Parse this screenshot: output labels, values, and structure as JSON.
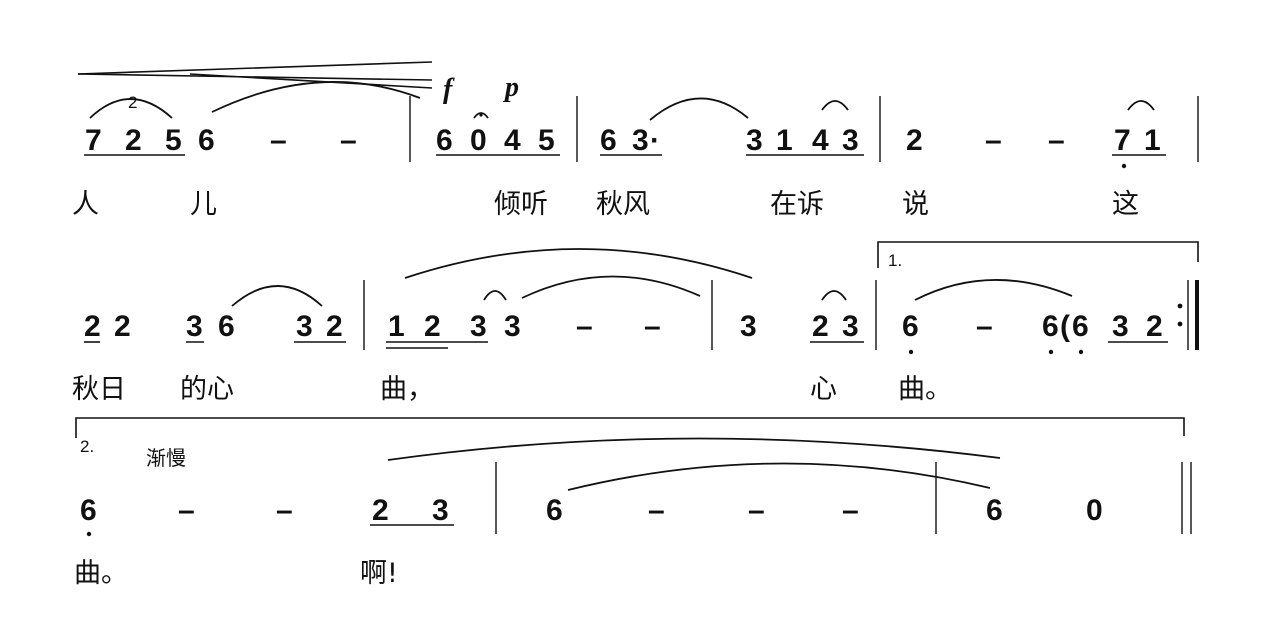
{
  "dynamics": [
    "f",
    "p"
  ],
  "ending_labels": [
    "1.",
    "2."
  ],
  "tempo_marking": "渐慢",
  "rows": [
    {
      "notes": [
        "7",
        "2",
        "5",
        "6",
        "–",
        "–",
        "6",
        "0",
        "4",
        "5",
        "6",
        "3",
        "·",
        "3",
        "1",
        "4",
        "3",
        "2",
        "–",
        "–",
        "7",
        "1"
      ],
      "lyrics": [
        "人",
        "儿",
        "倾听",
        "秋风",
        "在诉",
        "说",
        "这"
      ]
    },
    {
      "notes": [
        "2",
        "2",
        "3",
        "6",
        "3",
        "2",
        "1",
        "2",
        "3",
        "3",
        "–",
        "–",
        "3",
        "2",
        "3",
        "6",
        "–",
        "6",
        "(",
        "6",
        "3",
        "2"
      ],
      "lyrics": [
        "秋日",
        "的心",
        "曲，",
        "心",
        "曲。"
      ]
    },
    {
      "notes": [
        "6",
        "–",
        "–",
        "2",
        "3",
        "6",
        "–",
        "–",
        "–",
        "6",
        "0"
      ],
      "lyrics": [
        "曲。",
        "啊!"
      ]
    }
  ]
}
